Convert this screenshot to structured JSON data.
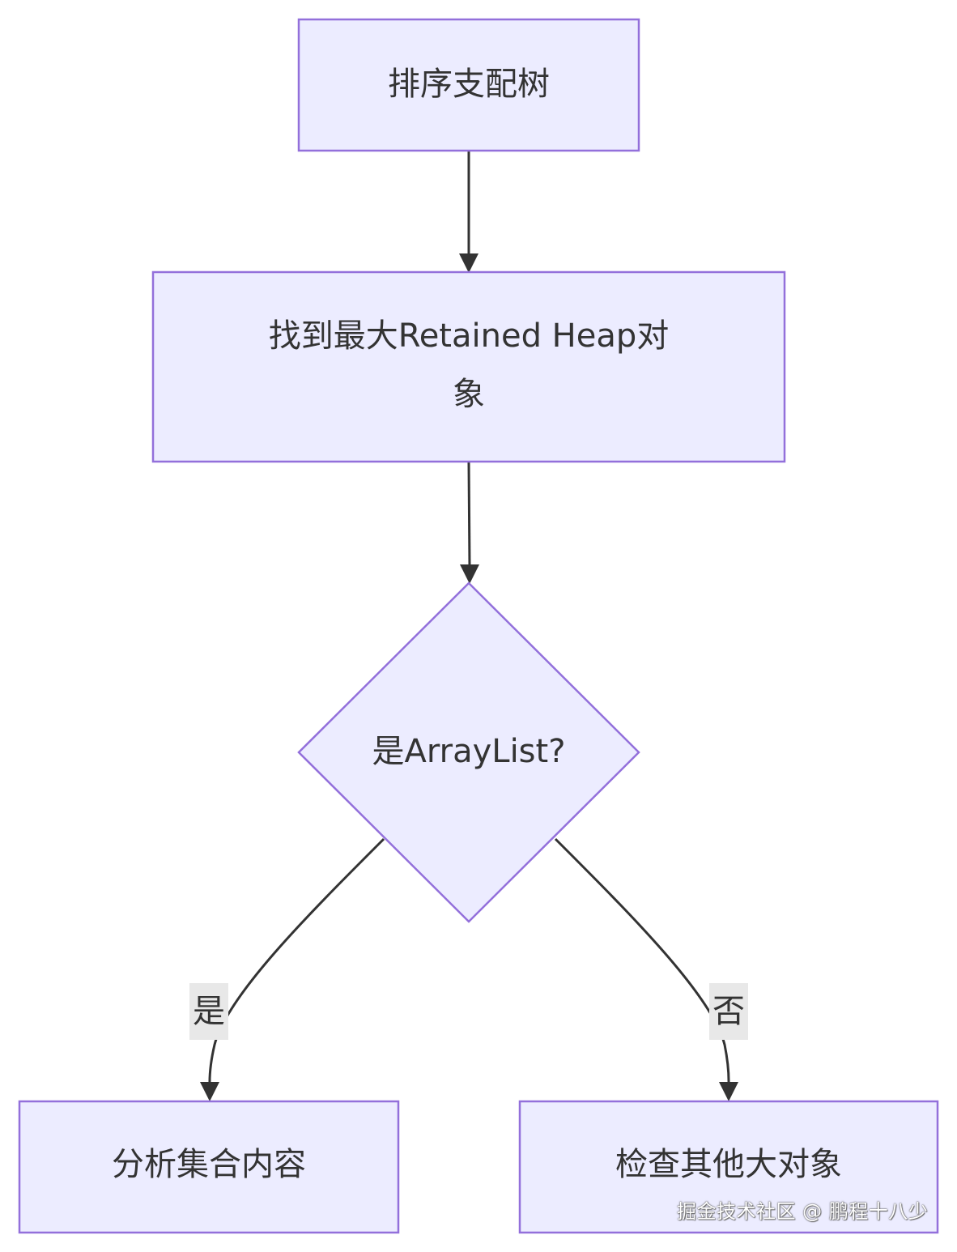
{
  "nodes": {
    "sort_tree": "排序支配树",
    "find_max_line1": "找到最大Retained Heap对",
    "find_max_line2": "象",
    "decision": "是ArrayList?",
    "analyze": "分析集合内容",
    "check_other": "检查其他大对象"
  },
  "edges": {
    "yes_label": "是",
    "no_label": "否"
  },
  "watermark": "掘金技术社区 @ 鹏程十八少",
  "colors": {
    "node_fill": "#ececff",
    "node_stroke": "#9370db",
    "edge": "#333333",
    "label_bg": "#e8e8e8"
  }
}
